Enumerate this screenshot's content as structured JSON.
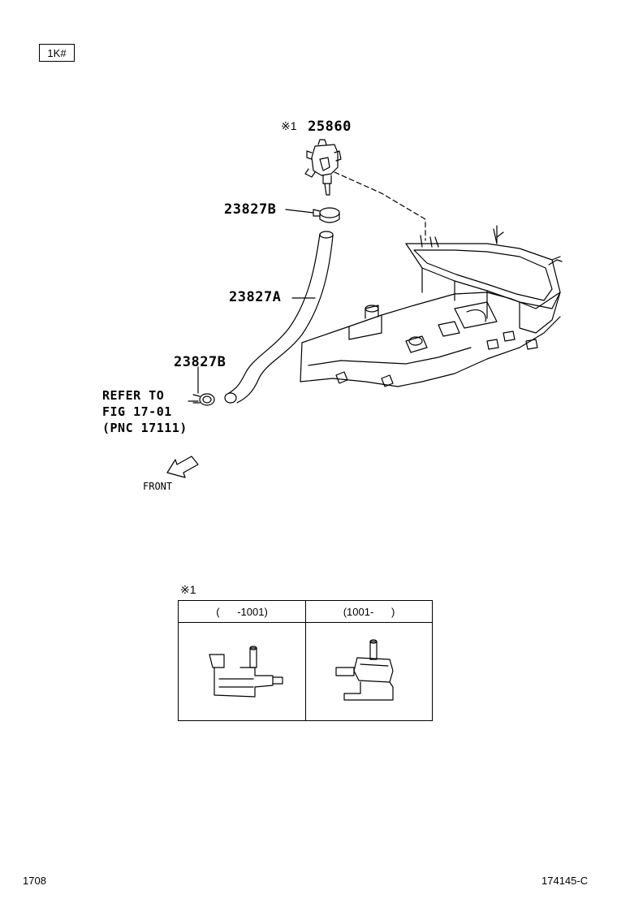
{
  "header": {
    "badge": "1K#"
  },
  "callouts": {
    "valve_mark": "※1",
    "valve": "25860",
    "clip_upper": "23827B",
    "hose": "23827A",
    "clip_lower": "23827B"
  },
  "reference_note": {
    "line1": "REFER TO",
    "line2": "FIG 17-01",
    "line3": "(PNC 17111)"
  },
  "direction_label": "FRONT",
  "footnote": {
    "mark": "※1",
    "columns": [
      {
        "label": "(      -1001)"
      },
      {
        "label": "(1001-      )"
      }
    ]
  },
  "footer": {
    "left": "1708",
    "right": "174145-C"
  }
}
